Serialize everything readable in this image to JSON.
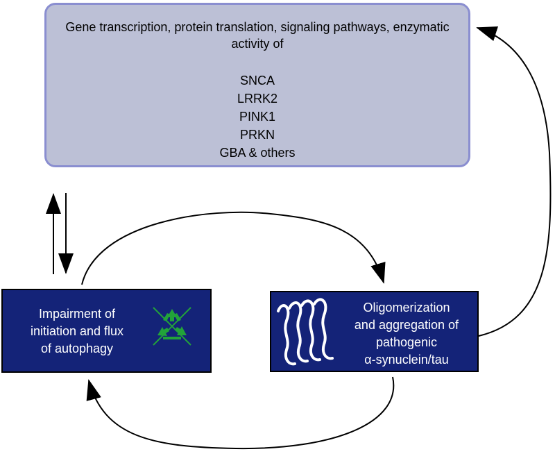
{
  "top_box": {
    "heading": "Gene transcription, protein translation, signaling pathways, enzymatic activity of",
    "genes": [
      "SNCA",
      "LRRK2",
      "PINK1",
      "PRKN",
      "GBA & others"
    ]
  },
  "autophagy_box": {
    "lines": [
      "Impairment of",
      "initiation and flux",
      "of autophagy"
    ],
    "icon": "recycle-crossed-icon"
  },
  "aggregation_box": {
    "lines": [
      "Oligomerization",
      "and aggregation of",
      "pathogenic",
      "α-synuclein/tau"
    ],
    "icon": "fibril-icon"
  },
  "colors": {
    "top_box_fill": "#bcc0d6",
    "top_box_border": "#8a8ed0",
    "dark_box_fill": "#142378",
    "recycle_green": "#22a33a"
  }
}
